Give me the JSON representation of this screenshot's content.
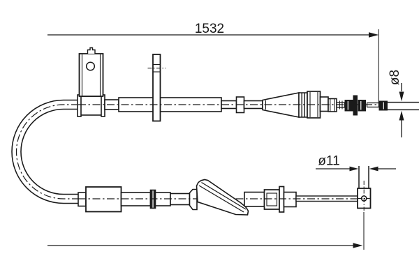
{
  "drawing": {
    "labels": {
      "overall_length": "1532",
      "end_diameter": "ø8",
      "barrel_diameter": "ø11"
    },
    "colors": {
      "line": "#1a1a1a",
      "background": "#ffffff"
    }
  }
}
